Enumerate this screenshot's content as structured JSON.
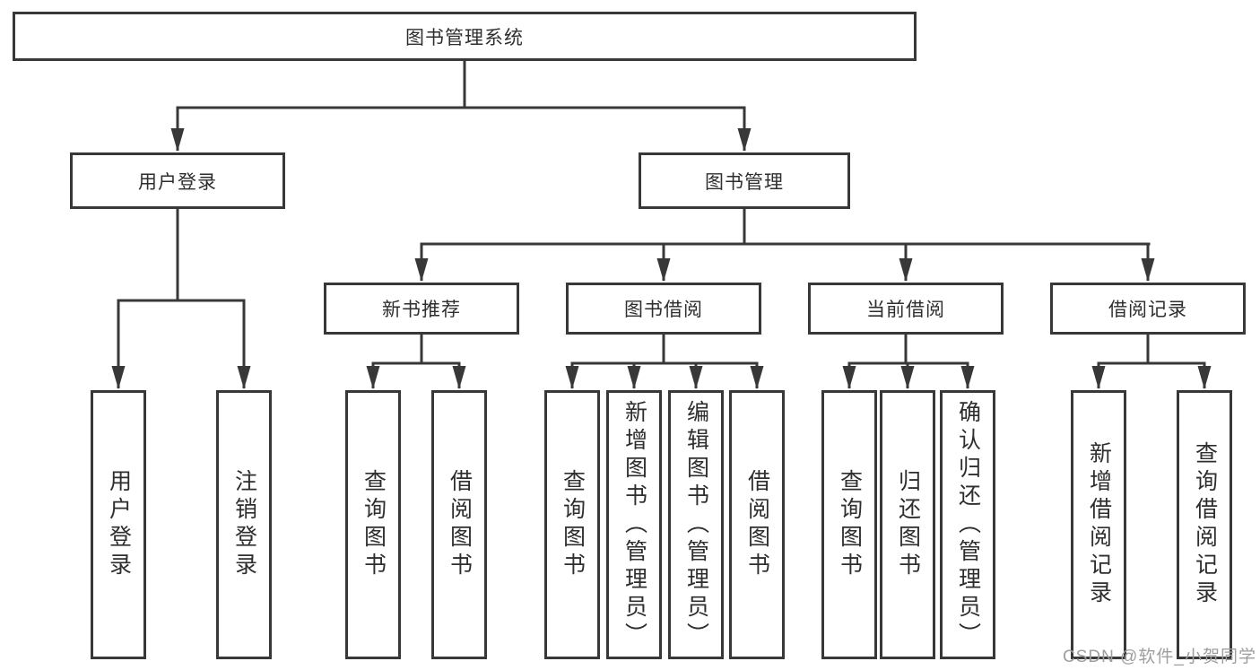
{
  "tree": {
    "label": "图书管理系统",
    "children": [
      {
        "label": "用户登录",
        "children": [
          {
            "label": "用户登录"
          },
          {
            "label": "注销登录"
          }
        ]
      },
      {
        "label": "图书管理",
        "children": [
          {
            "label": "新书推荐",
            "children": [
              {
                "label": "查询图书"
              },
              {
                "label": "借阅图书"
              }
            ]
          },
          {
            "label": "图书借阅",
            "children": [
              {
                "label": "查询图书"
              },
              {
                "label": "新增图书（管理员）"
              },
              {
                "label": "编辑图书（管理员）"
              },
              {
                "label": "借阅图书"
              }
            ]
          },
          {
            "label": "当前借阅",
            "children": [
              {
                "label": "查询图书"
              },
              {
                "label": "归还图书"
              },
              {
                "label": "确认归还（管理员）"
              }
            ]
          },
          {
            "label": "借阅记录",
            "children": [
              {
                "label": "新增借阅记录"
              },
              {
                "label": "查询借阅记录"
              }
            ]
          }
        ]
      }
    ]
  },
  "watermark": {
    "text": "CSDN @软件_小贺同学"
  },
  "colors": {
    "line": "#383838",
    "text": "#2e2e2e",
    "watermark": "#9e9e9e",
    "background": "#ffffff"
  }
}
